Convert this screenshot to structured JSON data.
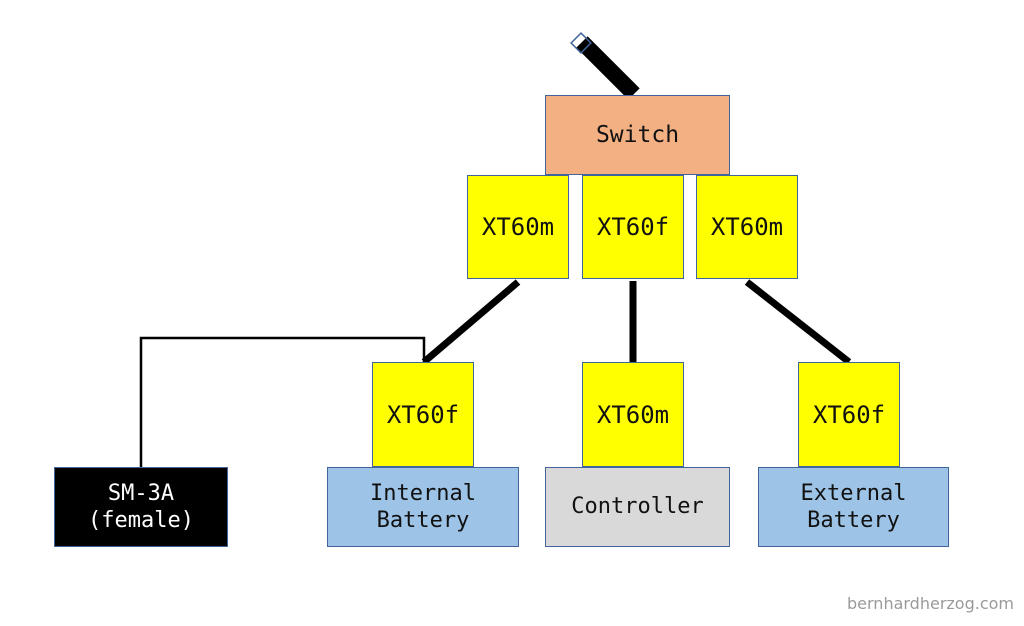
{
  "diagram": {
    "switch_label": "Switch",
    "top_connectors": [
      "XT60m",
      "XT60f",
      "XT60m"
    ],
    "bottom_connectors": [
      "XT60f",
      "XT60m",
      "XT60f"
    ],
    "sm3a_label": "SM-3A\n(female)",
    "internal_battery_label": "Internal\nBattery",
    "controller_label": "Controller",
    "external_battery_label": "External\nBattery"
  },
  "colors": {
    "switch": "#f3b083",
    "connector": "#ffff00",
    "battery": "#9dc3e6",
    "controller": "#d9d9d9",
    "sm3a": "#000000"
  },
  "credit": "bernhardherzog.com"
}
